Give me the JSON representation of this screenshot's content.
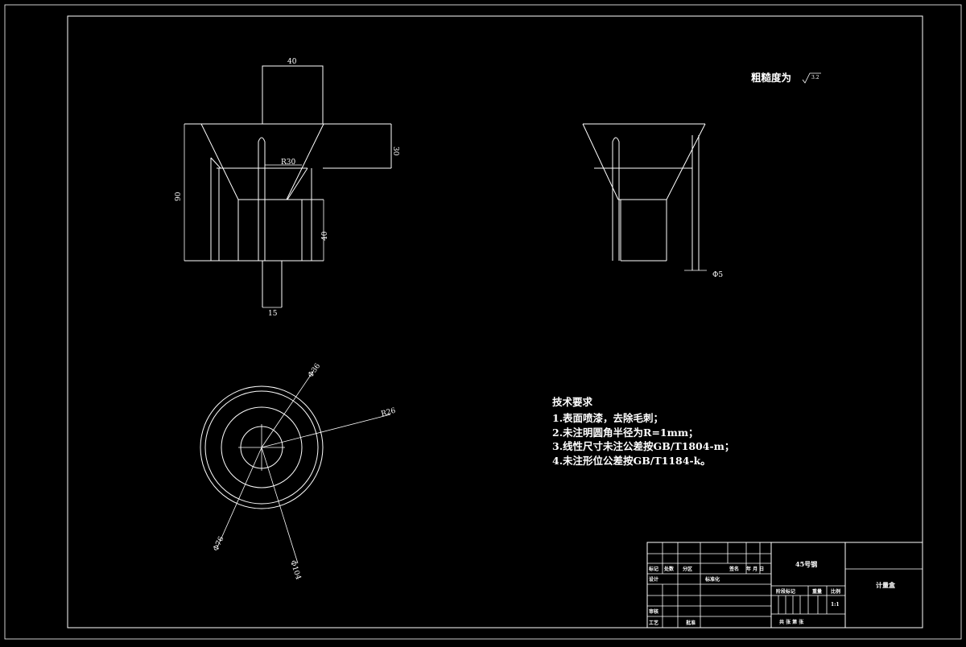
{
  "drawing": {
    "roughness_label": "粗糙度为",
    "roughness_symbol_value": "3.2",
    "dimensions": {
      "top_width": "40",
      "bore_radius": "R30",
      "flange_height": "30",
      "total_height": "90",
      "lower_height": "40",
      "stem_width": "15",
      "rod_diameter": "Φ5",
      "plan_dia_top": "Φ36",
      "plan_radius": "R26",
      "plan_dia_1": "Φ76",
      "plan_dia_2": "Φ104"
    },
    "tech_requirements": {
      "title": "技术要求",
      "items": [
        "1.表面喷漆，去除毛刺；",
        "2.未注明圆角半径为R=1mm；",
        "3.线性尺寸未注公差按GB/T1804-m；",
        "4.未注形位公差按GB/T1184-k。"
      ]
    },
    "title_block": {
      "material": "45号钢",
      "part_name": "计量盒",
      "mark": "标记",
      "count": "处数",
      "zone": "分区",
      "signature": "签名",
      "date": "年 月 日",
      "design": "设计",
      "standardize": "标准化",
      "stage_mark": "阶段标记",
      "weight": "重量",
      "scale": "比例",
      "scale_value": "1:1",
      "review": "审核",
      "process": "工艺",
      "approve": "批准",
      "sheet_info": "共 张 第 张"
    }
  }
}
